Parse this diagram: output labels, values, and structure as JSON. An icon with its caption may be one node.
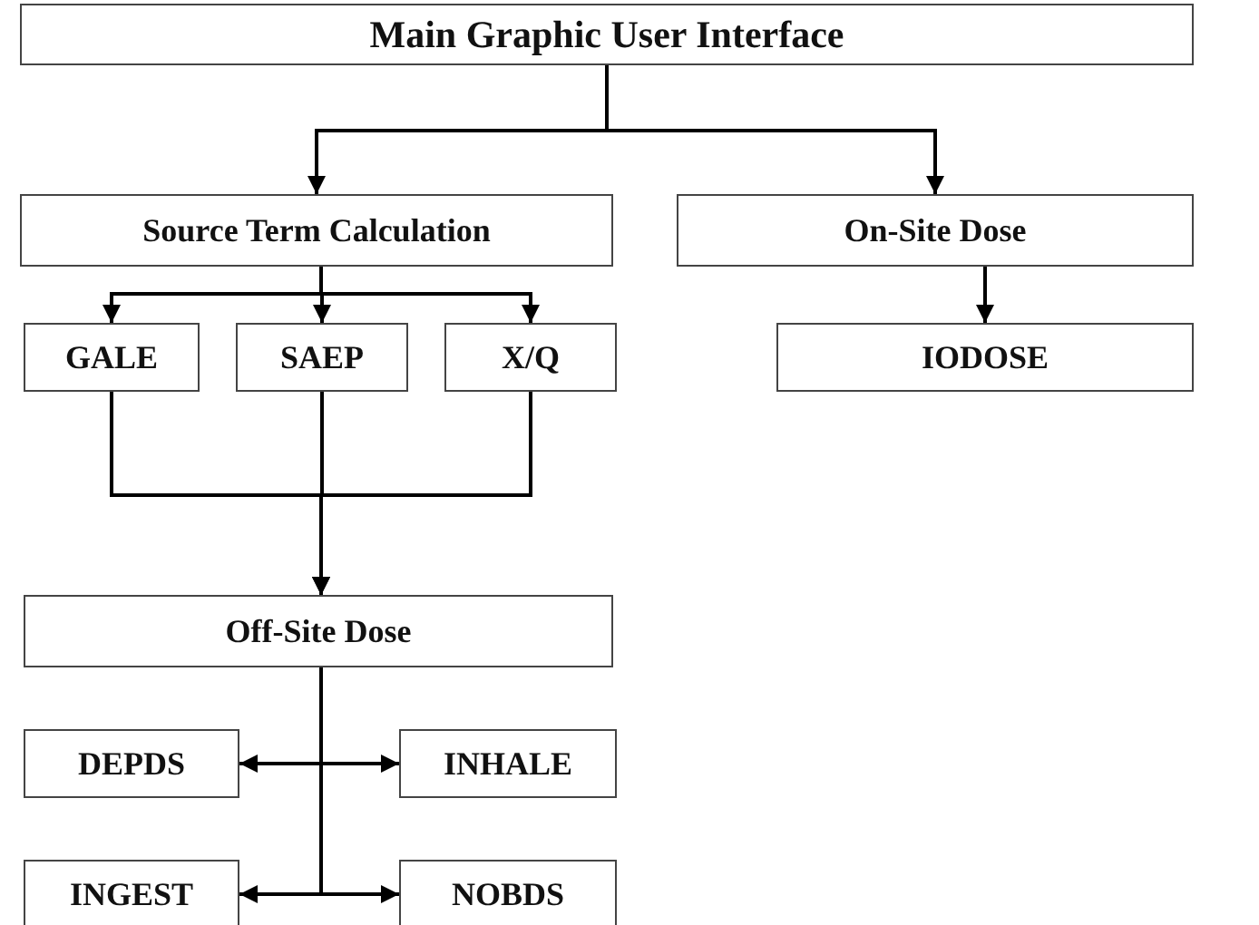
{
  "diagram": {
    "nodes": [
      {
        "text": [
          "Main Graphic User Interface"
        ]
      },
      {
        "text": [
          "Source Term Calculation"
        ]
      },
      {
        "text": [
          "On-Site Dose"
        ]
      },
      {
        "text": [
          "GALE"
        ]
      },
      {
        "text": [
          "SAEP"
        ]
      },
      {
        "text": [
          "X/Q"
        ]
      },
      {
        "text": [
          "IODOSE"
        ]
      },
      {
        "text": [
          "Off-Site Dose"
        ]
      },
      {
        "text": [
          "DEPDS"
        ]
      },
      {
        "text": [
          "INHALE"
        ]
      },
      {
        "text": [
          "INGEST"
        ]
      },
      {
        "text": [
          "NOBDS"
        ]
      }
    ],
    "edges": [
      {
        "from": 0,
        "to": 1,
        "arrow": "to"
      },
      {
        "from": 0,
        "to": 2,
        "arrow": "to"
      },
      {
        "from": 1,
        "to": 3,
        "arrow": "to"
      },
      {
        "from": 1,
        "to": 4,
        "arrow": "to"
      },
      {
        "from": 1,
        "to": 5,
        "arrow": "to"
      },
      {
        "from": 2,
        "to": 6,
        "arrow": "to"
      },
      {
        "from": 3,
        "to": 7,
        "arrow": "to"
      },
      {
        "from": 4,
        "to": 7,
        "arrow": "to"
      },
      {
        "from": 5,
        "to": 7,
        "arrow": "to"
      },
      {
        "from": 7,
        "to": 8,
        "arrow": "to"
      },
      {
        "from": 7,
        "to": 9,
        "arrow": "to"
      },
      {
        "from": 7,
        "to": 10,
        "arrow": "to"
      },
      {
        "from": 7,
        "to": 11,
        "arrow": "to"
      }
    ]
  }
}
